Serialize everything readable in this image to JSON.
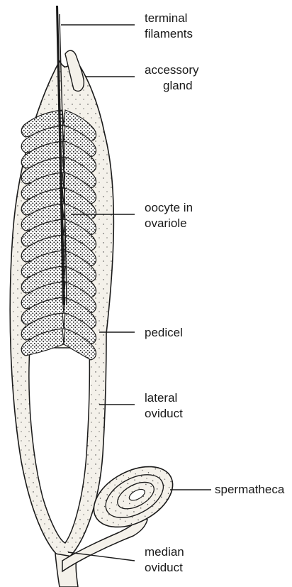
{
  "labels": {
    "terminal_filaments": [
      "terminal",
      "filaments"
    ],
    "accessory_gland": [
      "accessory",
      "gland"
    ],
    "oocyte_in_ovariole": [
      "oocyte in",
      "ovariole"
    ],
    "pedicel": [
      "pedicel"
    ],
    "lateral_oviduct": [
      "lateral",
      "oviduct"
    ],
    "spermatheca": [
      "spermatheca"
    ],
    "median_oviduct": [
      "median",
      "oviduct"
    ]
  },
  "colors": {
    "ink": "#1a1a1a",
    "tissue": "#f4f1ea",
    "background": "#ffffff"
  }
}
